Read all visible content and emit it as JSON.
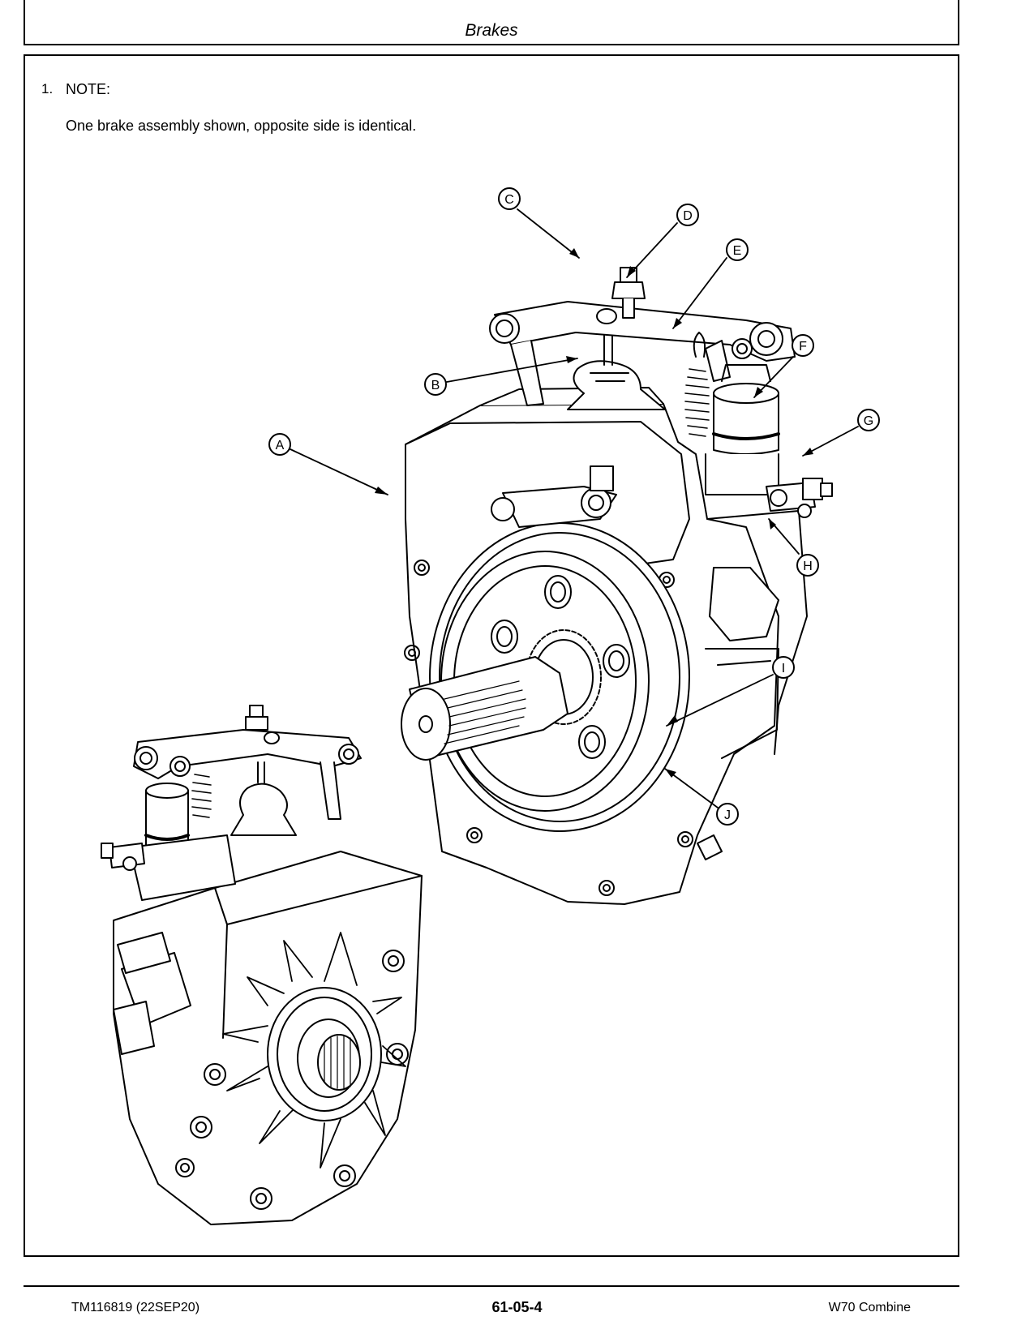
{
  "header": {
    "title": "Brakes"
  },
  "step": {
    "number": "1.",
    "label": "NOTE:",
    "note": "One brake assembly shown, opposite side is identical."
  },
  "callouts": [
    "A",
    "B",
    "C",
    "D",
    "E",
    "F",
    "G",
    "H",
    "I",
    "J"
  ],
  "footer": {
    "doc_id": "TM116819 (22SEP20)",
    "page_number": "61-05-4",
    "product": "W70 Combine"
  }
}
